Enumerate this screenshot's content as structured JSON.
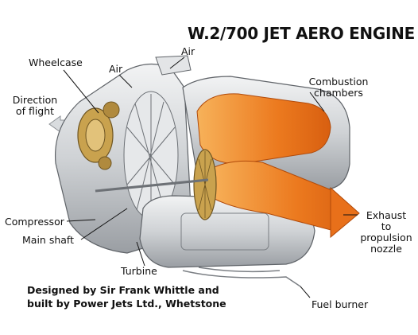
{
  "title": "W.2/700 JET AERO ENGINE",
  "labels": {
    "wheelcase": "Wheelcase",
    "air_left": "Air",
    "air_top": "Air",
    "direction_line1": "Direction",
    "direction_line2": "of flight",
    "combustion_line1": "Combustion",
    "combustion_line2": "chambers",
    "compressor": "Compressor",
    "main_shaft": "Main shaft",
    "turbine": "Turbine",
    "exhaust_line1": "Exhaust",
    "exhaust_line2": "to",
    "exhaust_line3": "propulsion",
    "exhaust_line4": "nozzle",
    "fuel_burner": "Fuel burner"
  },
  "credit": {
    "line1": "Designed by Sir Frank Whittle and",
    "line2": "built by Power Jets Ltd., Whetstone"
  },
  "colors": {
    "flame": "#e8701a",
    "flame_light": "#f5a54a",
    "metal": "#d7d9dc",
    "metal_dark": "#8d9196",
    "bronze": "#b08a3e",
    "direction_arrow": "#d9dcdf"
  }
}
